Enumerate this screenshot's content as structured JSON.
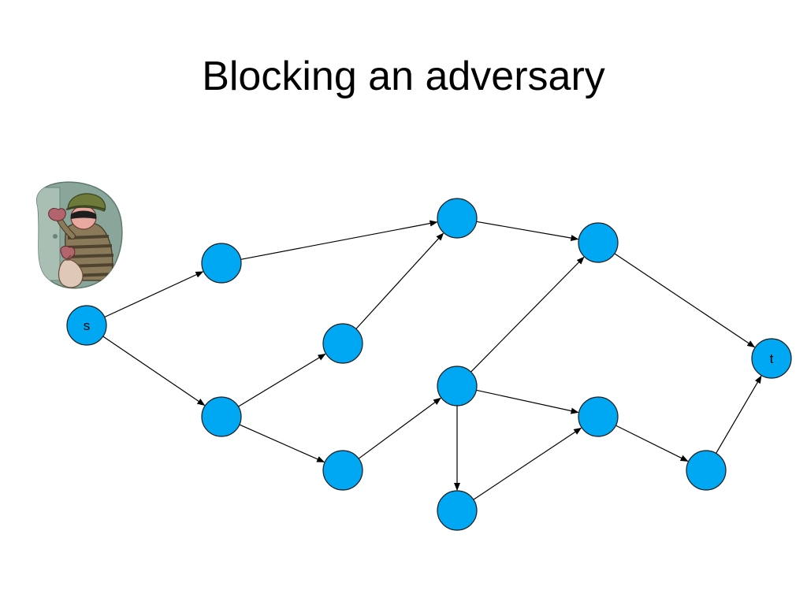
{
  "slide": {
    "title": "Blocking an adversary"
  },
  "illustration": {
    "icon": "burglar-icon"
  },
  "colors": {
    "node_fill": "#00A8F3",
    "edge": "#000000",
    "background": "#ffffff",
    "burglar_backdrop": "#8aa69a",
    "burglar_hat": "#6d7a3a",
    "burglar_shirt": "#8a7a5a",
    "burglar_skin": "#e9a8a0",
    "burglar_bag": "#e0c8b8"
  },
  "graph": {
    "nodes": [
      {
        "id": "s",
        "label": "s"
      },
      {
        "id": "a",
        "label": ""
      },
      {
        "id": "b",
        "label": ""
      },
      {
        "id": "c",
        "label": ""
      },
      {
        "id": "d",
        "label": ""
      },
      {
        "id": "e",
        "label": ""
      },
      {
        "id": "f",
        "label": ""
      },
      {
        "id": "g",
        "label": ""
      },
      {
        "id": "h",
        "label": ""
      },
      {
        "id": "i",
        "label": ""
      },
      {
        "id": "j",
        "label": ""
      },
      {
        "id": "k",
        "label": ""
      },
      {
        "id": "t",
        "label": "t"
      }
    ],
    "edges": [
      {
        "from": "s",
        "to": "a"
      },
      {
        "from": "s",
        "to": "b"
      },
      {
        "from": "a",
        "to": "e"
      },
      {
        "from": "b",
        "to": "c"
      },
      {
        "from": "b",
        "to": "d"
      },
      {
        "from": "c",
        "to": "e"
      },
      {
        "from": "d",
        "to": "f"
      },
      {
        "from": "e",
        "to": "g"
      },
      {
        "from": "f",
        "to": "g"
      },
      {
        "from": "f",
        "to": "h"
      },
      {
        "from": "f",
        "to": "i"
      },
      {
        "from": "g",
        "to": "t"
      },
      {
        "from": "i",
        "to": "h"
      },
      {
        "from": "h",
        "to": "j"
      },
      {
        "from": "j",
        "to": "t"
      }
    ]
  }
}
